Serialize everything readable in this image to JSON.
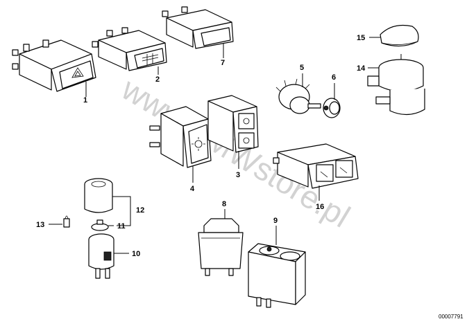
{
  "callouts": [
    {
      "id": "1",
      "text": "1"
    },
    {
      "id": "2",
      "text": "2"
    },
    {
      "id": "3",
      "text": "3"
    },
    {
      "id": "4",
      "text": "4"
    },
    {
      "id": "5",
      "text": "5"
    },
    {
      "id": "6",
      "text": "6"
    },
    {
      "id": "7",
      "text": "7"
    },
    {
      "id": "8",
      "text": "8"
    },
    {
      "id": "9",
      "text": "9"
    },
    {
      "id": "10",
      "text": "10"
    },
    {
      "id": "11",
      "text": "11"
    },
    {
      "id": "12",
      "text": "12"
    },
    {
      "id": "13",
      "text": "13"
    },
    {
      "id": "14",
      "text": "14"
    },
    {
      "id": "15",
      "text": "15"
    },
    {
      "id": "16",
      "text": "16"
    }
  ],
  "watermark": "www.BMWstore.pl",
  "diagram_ref": "00007791"
}
